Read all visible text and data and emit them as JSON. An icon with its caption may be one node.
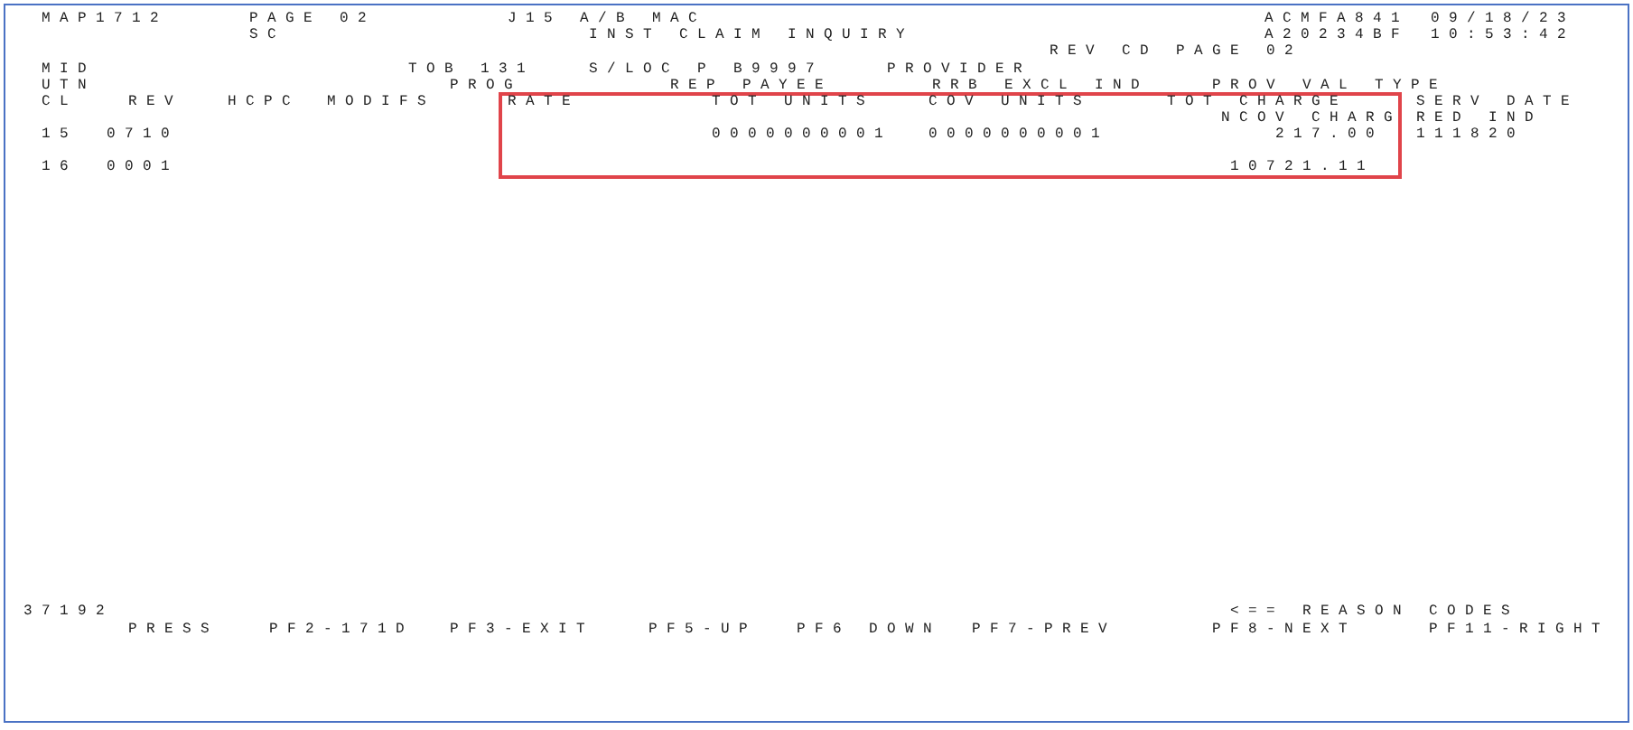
{
  "diagram": {
    "labels": [
      "MAP1712",
      "PAGE 02",
      "J15 A/B MAC",
      "ACMFA841",
      "09/18/23",
      "SC",
      "INST CLAIM INQUIRY",
      "A20234BF",
      "10:53:42",
      "REV CD PAGE 02",
      "MID",
      "TOB 131",
      "S/LOC P B9997",
      "PROVIDER",
      "UTN",
      "PROG",
      "REP PAYEE",
      "RRB EXCL IND",
      "PROV VAL TYPE",
      "CL",
      "REV",
      "HCPC",
      "MODIFS",
      "RATE",
      "TOT UNITS",
      "COV UNITS",
      "TOT CHARGE",
      "SERV DATE",
      "NCOV CHARG",
      "RED IND",
      "15",
      "0710",
      "0000000001",
      "0000000001",
      "217.00",
      "111820",
      "16",
      "0001",
      "10721.11",
      "37192",
      "<== REASON CODES",
      "PRESS",
      "PF2-171D",
      "PF3-EXIT",
      "PF5-UP",
      "PF6 DOWN",
      "PF7-PREV",
      "PF8-NEXT",
      "PF11-RIGHT"
    ]
  }
}
